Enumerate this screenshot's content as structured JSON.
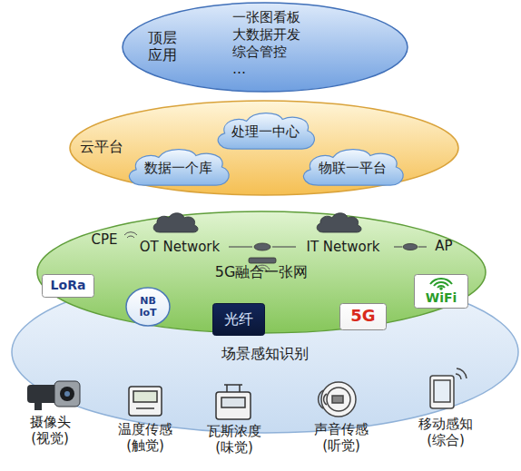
{
  "diagram": {
    "nodes": [
      {
        "text": [
          "顶层应用",
          "一张图看板",
          "大数据开发",
          "综合管控",
          "…"
        ]
      },
      {
        "text": [
          "云平台"
        ]
      },
      {
        "text": [
          "处理一中心"
        ],
        "in": 1
      },
      {
        "text": [
          "数据一个库"
        ],
        "in": 1
      },
      {
        "text": [
          "物联一平台"
        ],
        "in": 1
      },
      {
        "text": [
          "5G融合一张网"
        ]
      },
      {
        "text": [
          "LoRa"
        ]
      },
      {
        "text": [
          "NB IoT"
        ]
      },
      {
        "text": [
          "光纤"
        ]
      },
      {
        "text": [
          "5G"
        ]
      },
      {
        "text": [
          "WiFi"
        ]
      },
      {
        "text": [
          "场景感知识别"
        ]
      }
    ],
    "labels": [
      "CPE",
      "OT Network",
      "IT Network",
      "AP",
      "摄像头 (视觉)",
      "温度传感 (触觉)",
      "瓦斯浓度 (味觉)",
      "声音传感 (听觉)",
      "移动感知 (综合)"
    ]
  }
}
